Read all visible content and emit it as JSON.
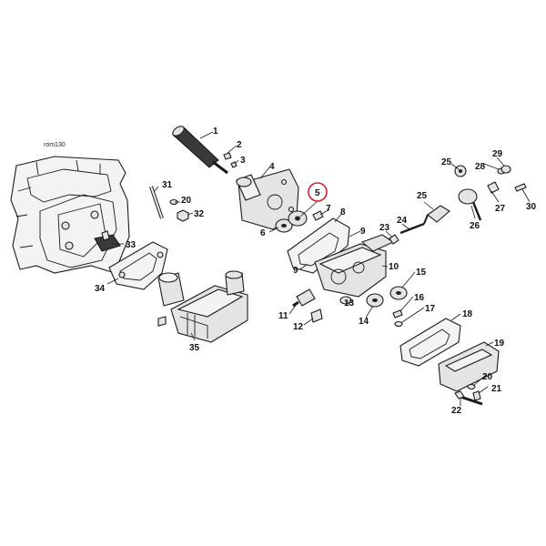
{
  "diagram": {
    "reference": "rom130",
    "highlight_color": "#d0202a",
    "highlighted_callout": "5",
    "callouts": [
      {
        "id": "c1",
        "label": "1"
      },
      {
        "id": "c2",
        "label": "2"
      },
      {
        "id": "c3",
        "label": "3"
      },
      {
        "id": "c4",
        "label": "4"
      },
      {
        "id": "c5",
        "label": "5"
      },
      {
        "id": "c6",
        "label": "6"
      },
      {
        "id": "c7",
        "label": "7"
      },
      {
        "id": "c8",
        "label": "8"
      },
      {
        "id": "c9a",
        "label": "9"
      },
      {
        "id": "c9b",
        "label": "9"
      },
      {
        "id": "c10",
        "label": "10"
      },
      {
        "id": "c11",
        "label": "11"
      },
      {
        "id": "c12",
        "label": "12"
      },
      {
        "id": "c13",
        "label": "13"
      },
      {
        "id": "c14",
        "label": "14"
      },
      {
        "id": "c15",
        "label": "15"
      },
      {
        "id": "c16",
        "label": "16"
      },
      {
        "id": "c17",
        "label": "17"
      },
      {
        "id": "c18",
        "label": "18"
      },
      {
        "id": "c19",
        "label": "19"
      },
      {
        "id": "c20a",
        "label": "20"
      },
      {
        "id": "c20b",
        "label": "20"
      },
      {
        "id": "c21",
        "label": "21"
      },
      {
        "id": "c22",
        "label": "22"
      },
      {
        "id": "c23",
        "label": "23"
      },
      {
        "id": "c24",
        "label": "24"
      },
      {
        "id": "c25a",
        "label": "25"
      },
      {
        "id": "c25b",
        "label": "25"
      },
      {
        "id": "c26",
        "label": "26"
      },
      {
        "id": "c27",
        "label": "27"
      },
      {
        "id": "c28",
        "label": "28"
      },
      {
        "id": "c29",
        "label": "29"
      },
      {
        "id": "c30",
        "label": "30"
      },
      {
        "id": "c31",
        "label": "31"
      },
      {
        "id": "c32",
        "label": "32"
      },
      {
        "id": "c33",
        "label": "33"
      },
      {
        "id": "c34",
        "label": "34"
      },
      {
        "id": "c35",
        "label": "35"
      }
    ]
  }
}
